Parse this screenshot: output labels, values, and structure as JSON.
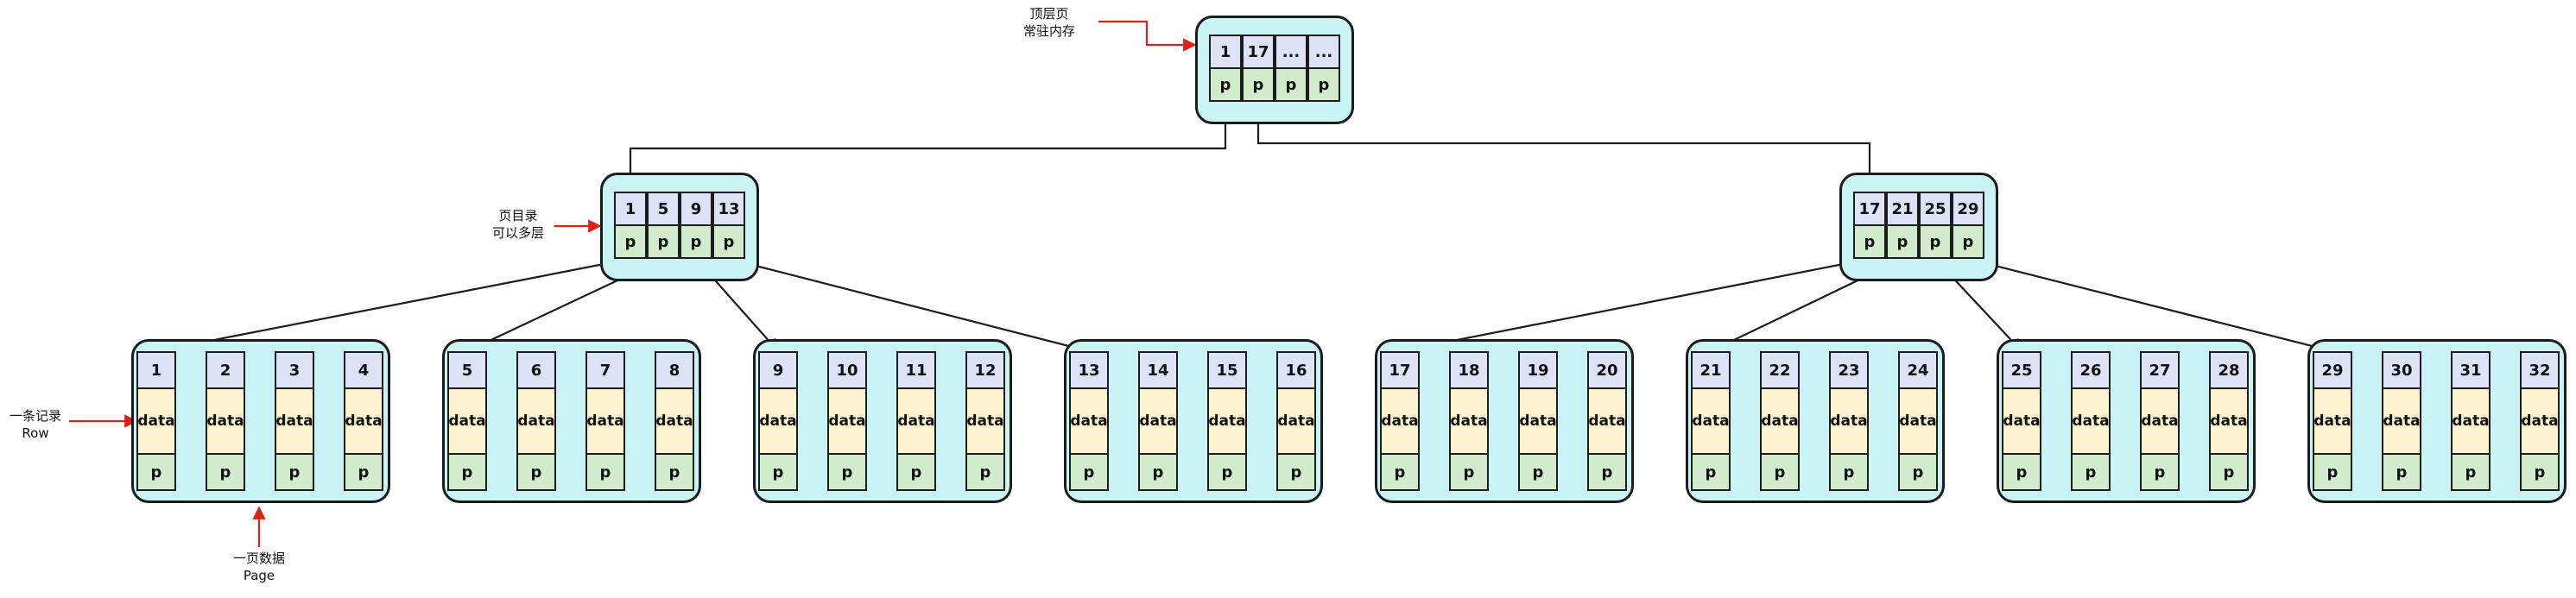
{
  "annotations": {
    "top_page": {
      "line1": "顶层页",
      "line2": "常驻内存"
    },
    "directory": {
      "line1": "页目录",
      "line2": "可以多层"
    },
    "record": {
      "line1": "一条记录",
      "line2": "Row"
    },
    "page": {
      "line1": "一页数据",
      "line2": "Page"
    }
  },
  "root": {
    "keys": [
      "1",
      "17",
      "...",
      "..."
    ],
    "pointer_label": "p"
  },
  "directories": [
    {
      "keys": [
        "1",
        "5",
        "9",
        "13"
      ],
      "pointer_label": "p"
    },
    {
      "keys": [
        "17",
        "21",
        "25",
        "29"
      ],
      "pointer_label": "p"
    }
  ],
  "leaves": [
    {
      "keys": [
        "1",
        "2",
        "3",
        "4"
      ]
    },
    {
      "keys": [
        "5",
        "6",
        "7",
        "8"
      ]
    },
    {
      "keys": [
        "9",
        "10",
        "11",
        "12"
      ]
    },
    {
      "keys": [
        "13",
        "14",
        "15",
        "16"
      ]
    },
    {
      "keys": [
        "17",
        "18",
        "19",
        "20"
      ]
    },
    {
      "keys": [
        "21",
        "22",
        "23",
        "24"
      ]
    },
    {
      "keys": [
        "25",
        "26",
        "27",
        "28"
      ]
    },
    {
      "keys": [
        "29",
        "30",
        "31",
        "32"
      ]
    }
  ],
  "record_labels": {
    "data": "data",
    "pointer": "p"
  },
  "colors": {
    "node_fill": "#c9f3f5",
    "key_fill": "#dde2f6",
    "pointer_fill": "#d3ebcd",
    "data_fill": "#fdf2cf",
    "outline": "#1c1c1c",
    "annotation_arrow": "#e0201b"
  }
}
